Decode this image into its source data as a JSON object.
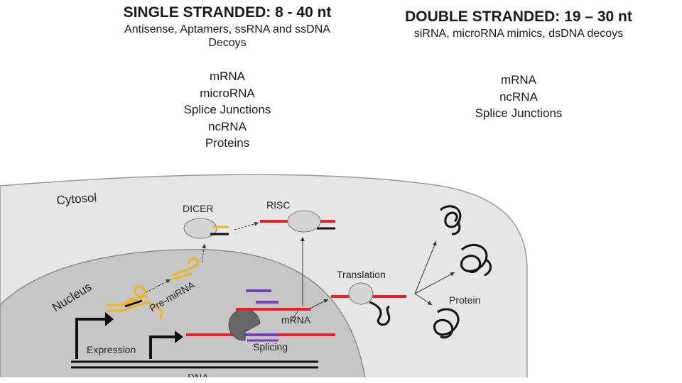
{
  "single": {
    "heading": "SINGLE STRANDED: 8 - 40 nt",
    "types_line1": "Antisense, Aptamers, ssRNA and ssDNA",
    "types_line2": "Decoys",
    "targets": [
      "mRNA",
      "microRNA",
      "Splice Junctions",
      "ncRNA",
      "Proteins"
    ]
  },
  "double": {
    "heading": "DOUBLE STRANDED: 19 – 30 nt",
    "types_line1": "siRNA, microRNA mimics, dsDNA decoys",
    "targets": [
      "mRNA",
      "ncRNA",
      "Splice Junctions"
    ]
  },
  "diagram": {
    "cytosol": "Cytosol",
    "nucleus": "Nucleus",
    "dicer": "DICER",
    "risc": "RISC",
    "pre_mirna": "Pre-miRNA",
    "translation": "Translation",
    "protein": "Protein",
    "mrna": "mRNA",
    "splicing": "Splicing",
    "expression": "Expression",
    "dna": "DNA"
  },
  "colors": {
    "cytosol_fill": "#e6e6e6",
    "nucleus_fill": "#c6c6c6",
    "rna_red": "#e8202a",
    "mirna_yellow": "#f0b41c",
    "oligo_purple": "#7a3fb8",
    "enzyme_gray": "#d4d4d4"
  }
}
